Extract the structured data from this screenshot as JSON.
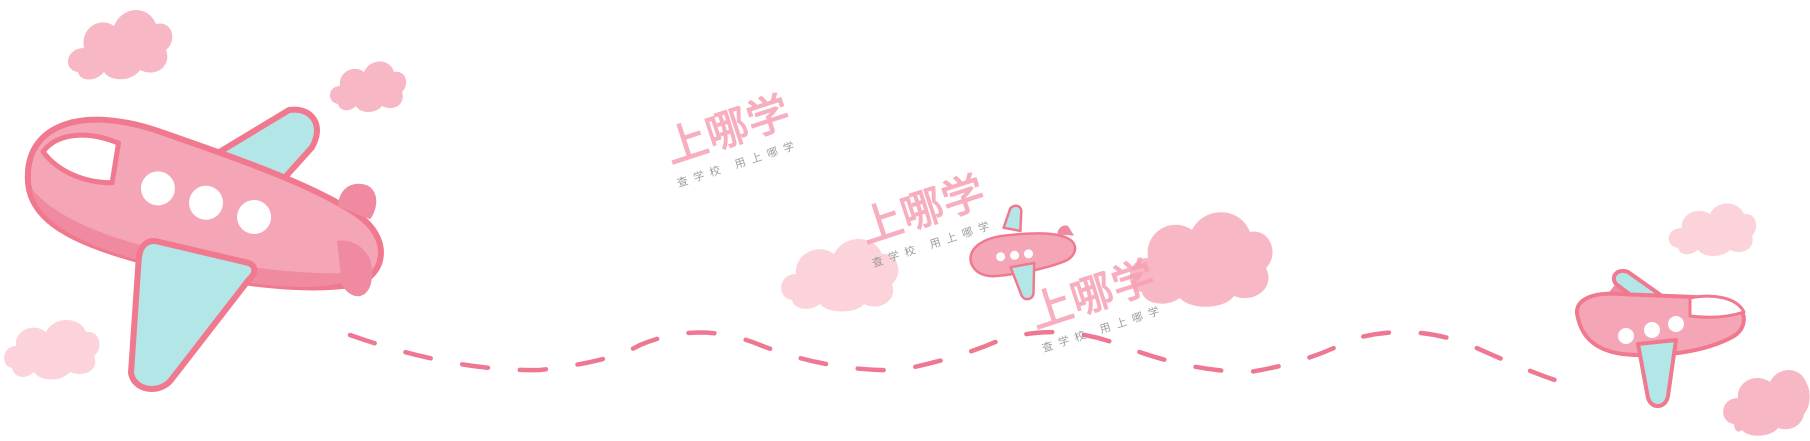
{
  "colors": {
    "plane_body": "#f5a6b6",
    "plane_outline": "#f0798f",
    "plane_wing": "#b3e6e6",
    "cloud_pink": "#f8b7c4",
    "cloud_light": "#fcd3db",
    "dash_line": "#ee7891",
    "watermark_text": "#f6a0b4",
    "watermark_sub": "#8c8c8c"
  },
  "watermarks": [
    {
      "main": "上哪学",
      "sub": "查学校 用上哪学"
    },
    {
      "main": "上哪学",
      "sub": "查学校 用上哪学"
    },
    {
      "main": "上哪学",
      "sub": "查学校 用上哪学"
    }
  ]
}
